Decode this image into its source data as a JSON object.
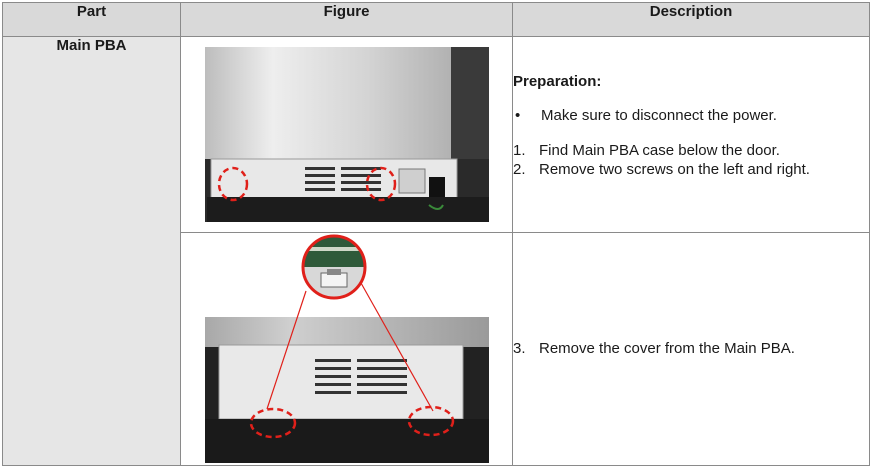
{
  "table": {
    "headers": [
      "Part",
      "Figure",
      "Description"
    ],
    "part_label": "Main PBA",
    "row1": {
      "heading": "Preparation:",
      "bullet_marker": "•",
      "bullet": "Make sure to disconnect the power.",
      "steps": [
        {
          "num": "1.",
          "text": "Find Main PBA case below the door."
        },
        {
          "num": "2.",
          "text": "Remove two screws on the left and right."
        }
      ]
    },
    "row2": {
      "steps": [
        {
          "num": "3.",
          "text": "Remove the cover from the Main PBA."
        }
      ]
    }
  },
  "colors": {
    "header_bg": "#d9d9d9",
    "part_bg": "#e6e6e6",
    "callout_red": "#e0201a"
  }
}
